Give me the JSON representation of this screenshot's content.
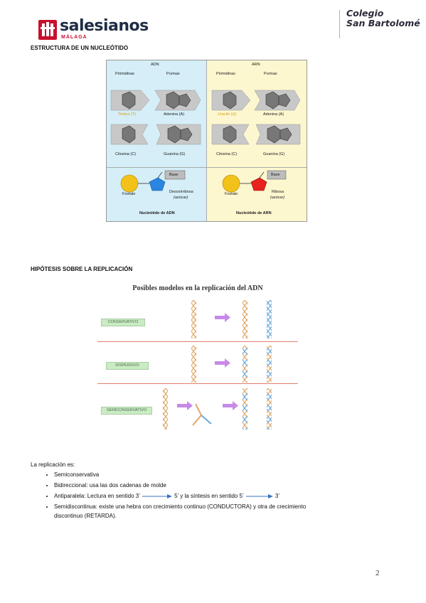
{
  "header": {
    "logo_text": "salesianos",
    "logo_city": "MÁLAGA",
    "college_line1": "Colegio",
    "college_line2": "San Bartolomé"
  },
  "section1": {
    "title": "ESTRUCTURA DE UN NUCLEÓTIDO",
    "figure": {
      "adn_header": "ADN",
      "arn_header": "ARN",
      "pyrimidines": "Pirimidinas",
      "purines": "Purinas",
      "adn_bases": [
        "Timina (T)",
        "Adenina (A)",
        "Citosina (C)",
        "Guanina (G)"
      ],
      "arn_bases": [
        "Uracilo (U)",
        "Adenina (A)",
        "Citosina (C)",
        "Guanina (G)"
      ],
      "base_box": "Base",
      "phosphate": "Fosfato",
      "deoxyribose": "Desoxirribosa",
      "deoxyribose_sub": "(azúcar)",
      "ribose": "Ribosa",
      "ribose_sub": "(azúcar)",
      "adn_nucleotide": "Nucleótido de ADN",
      "arn_nucleotide": "Nucleótido de ARN"
    }
  },
  "section2": {
    "title": "HIPÓTESIS SOBRE LA REPLICACIÓN",
    "figure": {
      "title": "Posibles modelos en la replicación del ADN",
      "models": [
        "CONSERVATIVO",
        "DISPERSIVO",
        "SEMICONSERVATIVO"
      ]
    }
  },
  "section3": {
    "intro": "La replicación es:",
    "items": {
      "i1": "Semiconservativa",
      "i2": "Bidireccional: usa las dos cadenas de molde",
      "i3a": "Antiparalela: Lectura en sentido 3’",
      "i3b": "5’ y la síntesis en sentido  5’",
      "i3c": "3’",
      "i4a": "Semidiscontinua: existe una hebra con crecimiento continuo (CONDUCTORA) y otra de crecimiento",
      "i4b": "discontinuo (RETARDA)."
    }
  },
  "page_number": "2",
  "colors": {
    "arrow": "#3a73c4",
    "adn_panel": "#d5eef7",
    "arn_panel": "#fdf7cf",
    "brand_red": "#c8102e"
  }
}
